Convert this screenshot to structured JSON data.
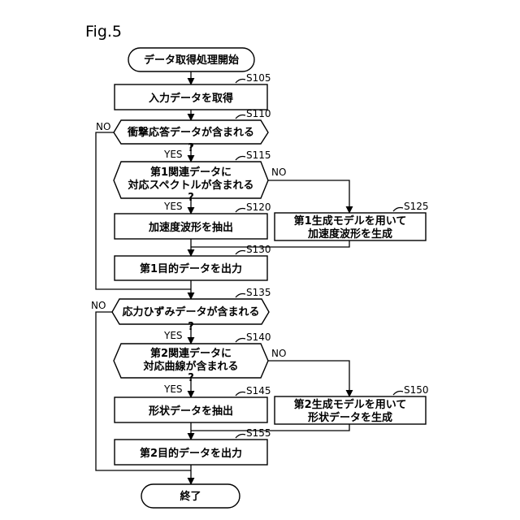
{
  "figure_label": "Fig.5",
  "terminals": {
    "start": "データ取得処理開始",
    "end": "終了"
  },
  "steps": {
    "s105": {
      "id": "S105",
      "text": "入力データを取得"
    },
    "s110": {
      "id": "S110",
      "line1": "衝撃応答データが含まれる",
      "line2": "?"
    },
    "s115": {
      "id": "S115",
      "line1": "第1関連データに",
      "line2": "対応スペクトルが含まれる",
      "line3": "?"
    },
    "s120": {
      "id": "S120",
      "text": "加速度波形を抽出"
    },
    "s125": {
      "id": "S125",
      "line1": "第1生成モデルを用いて",
      "line2": "加速度波形を生成"
    },
    "s130": {
      "id": "S130",
      "text": "第1目的データを出力"
    },
    "s135": {
      "id": "S135",
      "line1": "応力ひずみデータが含まれる",
      "line2": "?"
    },
    "s140": {
      "id": "S140",
      "line1": "第2関連データに",
      "line2": "対応曲線が含まれる",
      "line3": "?"
    },
    "s145": {
      "id": "S145",
      "text": "形状データを抽出"
    },
    "s150": {
      "id": "S150",
      "line1": "第2生成モデルを用いて",
      "line2": "形状データを生成"
    },
    "s155": {
      "id": "S155",
      "text": "第2目的データを出力"
    }
  },
  "branches": {
    "yes": "YES",
    "no": "NO"
  }
}
